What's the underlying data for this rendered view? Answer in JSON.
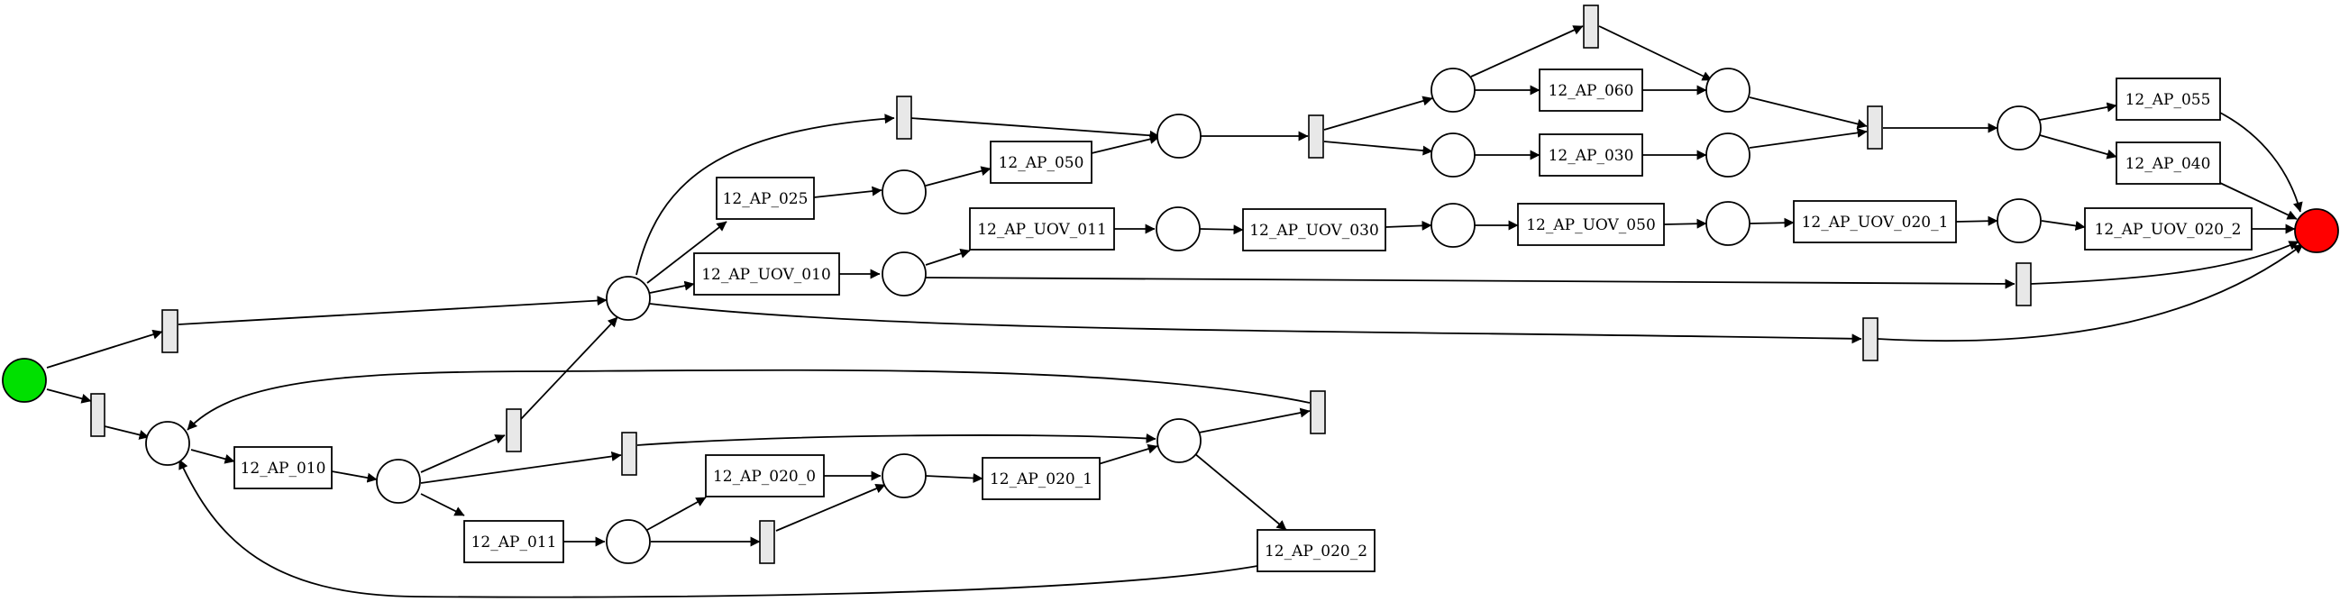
{
  "diagram": {
    "colors": {
      "start_place": "#00e000",
      "end_place": "#ff0000",
      "silent_transition": "#e8e8e8",
      "stroke": "#000000"
    },
    "transitions": [
      {
        "id": "t010",
        "label": "12_AP_010"
      },
      {
        "id": "t011",
        "label": "12_AP_011"
      },
      {
        "id": "t020_0",
        "label": "12_AP_020_0"
      },
      {
        "id": "t020_1",
        "label": "12_AP_020_1"
      },
      {
        "id": "t020_2",
        "label": "12_AP_020_2"
      },
      {
        "id": "t025",
        "label": "12_AP_025"
      },
      {
        "id": "t050",
        "label": "12_AP_050"
      },
      {
        "id": "tuov010",
        "label": "12_AP_UOV_010"
      },
      {
        "id": "tuov011",
        "label": "12_AP_UOV_011"
      },
      {
        "id": "tuov030",
        "label": "12_AP_UOV_030"
      },
      {
        "id": "tuov050",
        "label": "12_AP_UOV_050"
      },
      {
        "id": "tuov020_1",
        "label": "12_AP_UOV_020_1"
      },
      {
        "id": "tuov020_2",
        "label": "12_AP_UOV_020_2"
      },
      {
        "id": "t060",
        "label": "12_AP_060"
      },
      {
        "id": "t030",
        "label": "12_AP_030"
      },
      {
        "id": "t055",
        "label": "12_AP_055"
      },
      {
        "id": "t040",
        "label": "12_AP_040"
      }
    ]
  }
}
